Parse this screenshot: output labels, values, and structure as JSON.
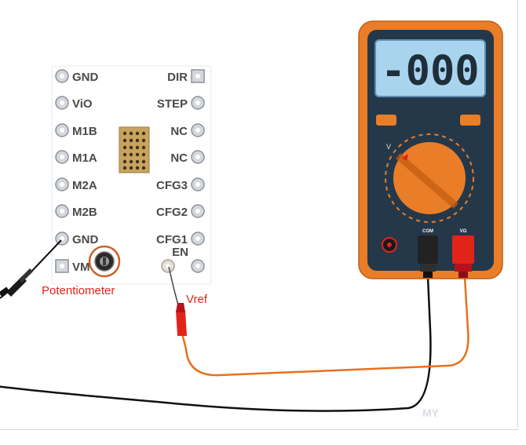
{
  "diagram": {
    "board": {
      "left_pins": [
        "GND",
        "ViO",
        "M1B",
        "M1A",
        "M2A",
        "M2B",
        "GND",
        "VM"
      ],
      "right_pins": [
        "DIR",
        "STEP",
        "NC",
        "NC",
        "CFG3",
        "CFG2",
        "CFG1",
        "EN"
      ]
    },
    "annotations": {
      "potentiometer": "Potentiometer",
      "vref": "Vref"
    },
    "multimeter": {
      "display": "-000",
      "com_label": "COM",
      "v_label": "VΩ",
      "dial_mark": "V"
    },
    "watermark": "MY",
    "colors": {
      "meter_body": "#ea7d28",
      "meter_face": "#24384a",
      "lcd": "#a8d4ee",
      "red_probe": "#e2231a",
      "red_wire": "#e8701e",
      "black_wire": "#111111",
      "annotation": "#e2231a"
    }
  }
}
